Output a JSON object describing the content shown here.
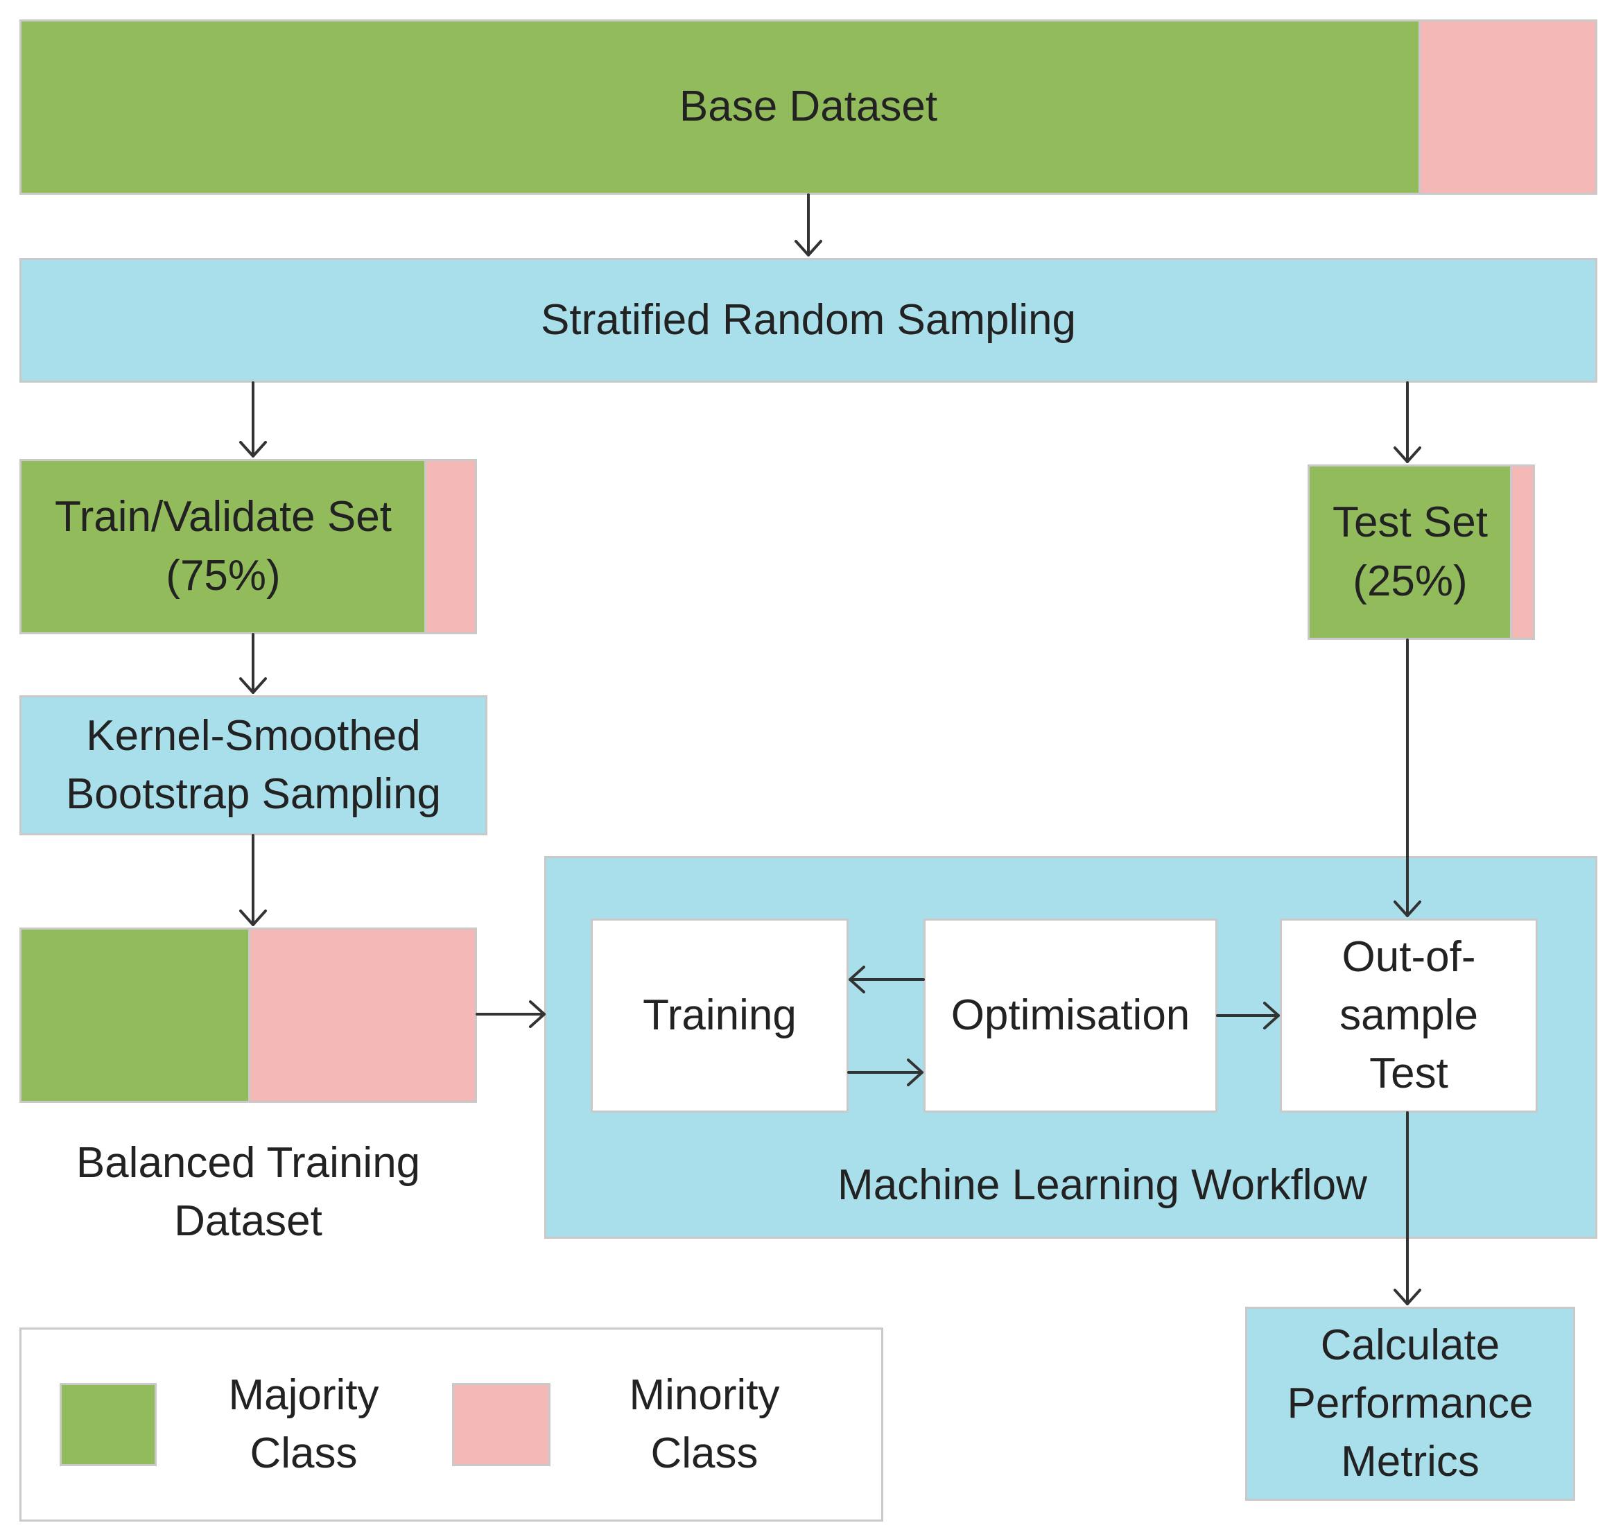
{
  "base_dataset": {
    "label": "Base Dataset"
  },
  "stratified_sampling": {
    "label": "Stratified Random Sampling"
  },
  "train_validate_set": {
    "line1": "Train/Validate Set",
    "line2": "(75%)"
  },
  "test_set": {
    "line1": "Test Set",
    "line2": "(25%)"
  },
  "kernel_bootstrap": {
    "line1": "Kernel-Smoothed",
    "line2": "Bootstrap Sampling"
  },
  "balanced_training": {
    "line1": "Balanced Training",
    "line2": "Dataset"
  },
  "ml_workflow": {
    "label": "Machine Learning Workflow",
    "training": "Training",
    "optimisation": "Optimisation",
    "oos_line1": "Out-of-",
    "oos_line2": "sample",
    "oos_line3": "Test"
  },
  "performance_metrics": {
    "line1": "Calculate",
    "line2": "Performance",
    "line3": "Metrics"
  },
  "legend": {
    "majority_line1": "Majority",
    "majority_line2": "Class",
    "minority_line1": "Minority",
    "minority_line2": "Class"
  },
  "colors": {
    "majority": "#92bc5c",
    "minority": "#f4b8b6",
    "process": "#a9dfeb",
    "arrow": "#333333"
  }
}
